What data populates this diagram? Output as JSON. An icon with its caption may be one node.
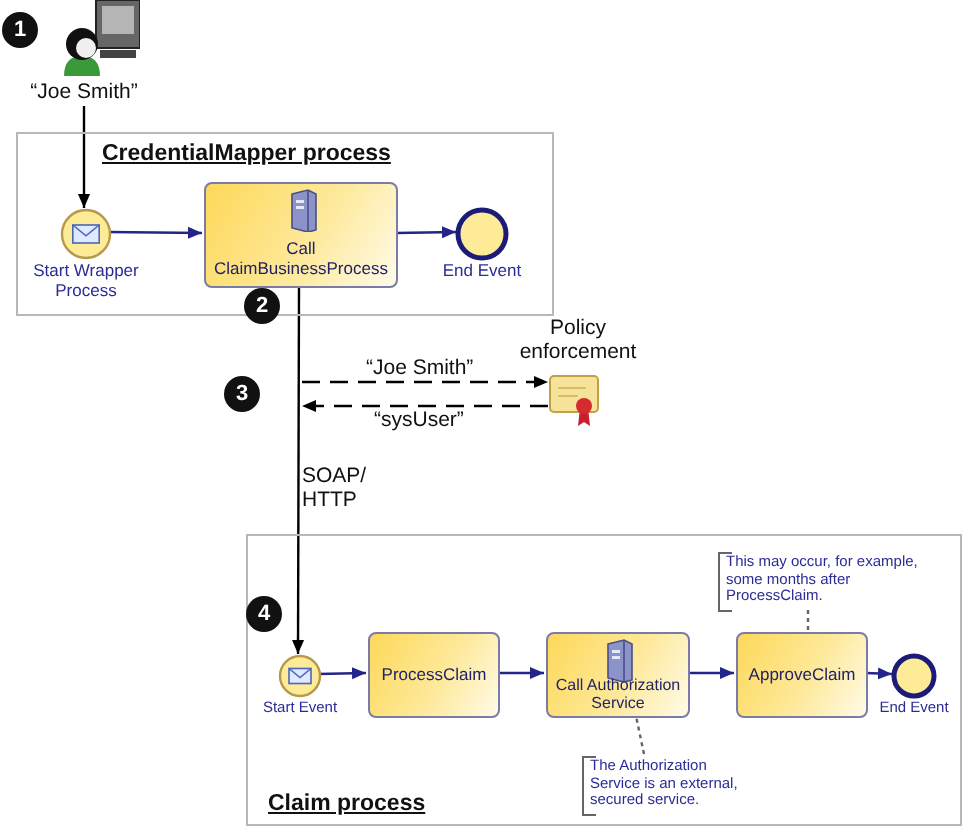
{
  "diagram": {
    "nodes": [
      {
        "text": [],
        "shape": "person",
        "beside": [
          "“Joe Smith”"
        ]
      },
      {
        "text": [
          "CredentialMapper process"
        ]
      },
      {
        "text": [
          "Start Wrapper Process"
        ],
        "in": 1
      },
      {
        "text": [
          "Call ClaimBusinessProcess"
        ],
        "in": 1
      },
      {
        "text": [
          "End Event"
        ],
        "in": 1
      },
      {
        "text": [
          "Policy enforcement"
        ]
      },
      {
        "text": [
          "Claim process"
        ]
      },
      {
        "text": [
          "Start Event"
        ],
        "in": 6
      },
      {
        "text": [
          "ProcessClaim"
        ],
        "in": 6
      },
      {
        "text": [
          "Call Authorization Service"
        ],
        "in": 6
      },
      {
        "text": [
          "ApproveClaim"
        ],
        "in": 6
      },
      {
        "text": [
          "End Event"
        ],
        "in": 6
      },
      {
        "text": [
          "This may occur, for example, some months after ProcessClaim."
        ],
        "in": 6
      },
      {
        "text": [
          "The Authorization Service is an external, secured service."
        ],
        "in": 6
      }
    ],
    "edges": [
      {
        "from": 0,
        "to": 2,
        "arrow": "to",
        "color": "#000000"
      },
      {
        "from": 2,
        "to": 3,
        "arrow": "to"
      },
      {
        "from": 3,
        "to": 4,
        "arrow": "to"
      },
      {
        "from": 3,
        "to": 7,
        "arrow": "to",
        "label": "SOAP/ HTTP",
        "color": "#000000"
      },
      {
        "from": null,
        "to": 5,
        "arrow": "to",
        "label": "“Joe Smith”",
        "style": "dashed",
        "color": "#000000"
      },
      {
        "from": 5,
        "to": null,
        "arrow": "to",
        "label": "“sysUser”",
        "style": "dashed",
        "color": "#000000"
      },
      {
        "from": 7,
        "to": 8,
        "arrow": "to"
      },
      {
        "from": 8,
        "to": 9,
        "arrow": "to"
      },
      {
        "from": 9,
        "to": 10,
        "arrow": "to"
      },
      {
        "from": 10,
        "to": 11,
        "arrow": "to"
      },
      {
        "from": 12,
        "to": 10,
        "arrow": "none",
        "style": "dashed",
        "color": "#666666"
      },
      {
        "from": 13,
        "to": 9,
        "arrow": "none",
        "style": "dashed",
        "color": "#666666"
      }
    ],
    "labels": [
      "1",
      "2",
      "3",
      "4"
    ]
  }
}
